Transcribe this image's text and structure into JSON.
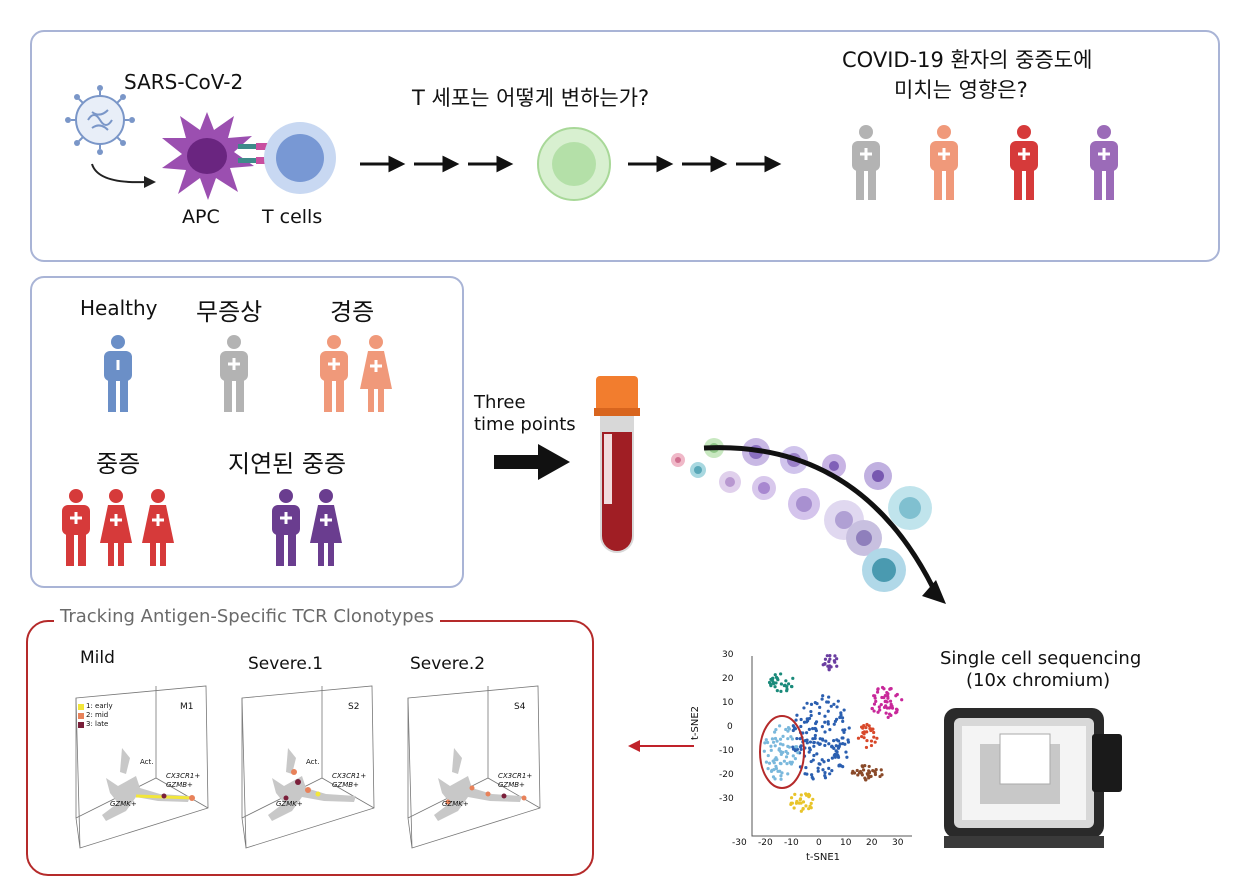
{
  "top_panel": {
    "virus_label": "SARS-CoV-2",
    "apc_label": "APC",
    "tcell_label": "T cells",
    "question1": "T 세포는 어떻게 변하는가?",
    "question2_line1": "COVID-19 환자의 중증도에",
    "question2_line2": "미치는 영향은?",
    "person_colors": [
      "#b3b3b3",
      "#f0997a",
      "#d63a3a",
      "#9b6bb8"
    ]
  },
  "groups": {
    "healthy": "Healthy",
    "asymptomatic": "무증상",
    "mild": "경증",
    "severe": "중증",
    "delayed_severe": "지연된 중증",
    "colors": {
      "healthy": "#6b8fc7",
      "asymptomatic": "#b3b3b3",
      "mild": "#f0997a",
      "severe": "#d63a3a",
      "delayed_severe": "#6a3d8f"
    }
  },
  "timepoints": {
    "line1": "Three",
    "line2": "time points"
  },
  "sequencing": {
    "line1": "Single cell sequencing",
    "line2": "(10x chromium)"
  },
  "tsne": {
    "ylabel": "t-SNE2",
    "xlabel": "t-SNE1",
    "yticks": [
      "30",
      "20",
      "10",
      "0",
      "-10",
      "-20",
      "-30"
    ],
    "xticks": [
      "-30",
      "-20",
      "-10",
      "0",
      "10",
      "20",
      "30"
    ]
  },
  "tracking": {
    "title": "Tracking Antigen-Specific TCR Clonotypes",
    "plots": [
      {
        "title": "Mild",
        "sample": "M1"
      },
      {
        "title": "Severe.1",
        "sample": "S2"
      },
      {
        "title": "Severe.2",
        "sample": "S4"
      }
    ],
    "legend": [
      "1: early",
      "2: mid",
      "3: late"
    ],
    "legend_colors": [
      "#f2e63a",
      "#e8825a",
      "#7a1f3a"
    ],
    "branch_act": "Act.",
    "branch_cx3": "CX3CR1+",
    "branch_gzmb": "GZMB+",
    "branch_gzmk": "GZMK+"
  }
}
